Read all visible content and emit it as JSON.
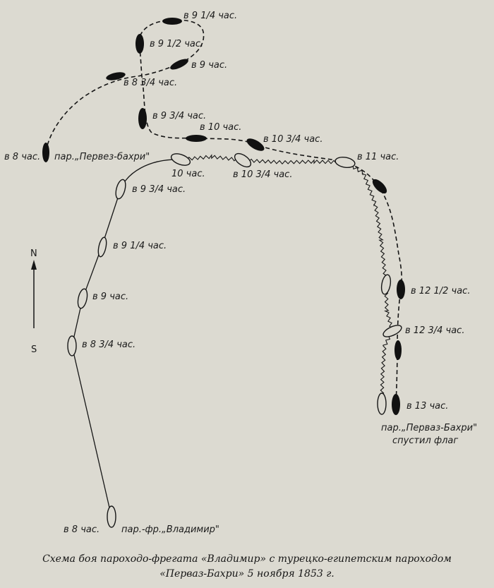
{
  "labels": {
    "pervaz_t8": "в 8 час.",
    "pervaz_name_start": "пар.„Первез-бахри\"",
    "pervaz_t8_45": "в 8 3/4 час.",
    "pervaz_t9": "в 9 час.",
    "pervaz_t9_15": "в 9 1/4 час.",
    "pervaz_t9_30": "в 9 1/2 час.",
    "pervaz_t9_45": "в 9 3/4 час.",
    "pervaz_t10": "в 10 час.",
    "pervaz_t10_45": "в 10 3/4 час.",
    "pervaz_t12_30": "в 12 1/2 час.",
    "pervaz_t13": "в 13 час.",
    "pervaz_end_line1": "пар.„Перваз-Бахри\"",
    "pervaz_end_line2": "спустил флаг",
    "vlad_t8": "в 8 час.",
    "vlad_name": "пар.-фр.„Владимир\"",
    "vlad_t8_45": "в 8 3/4 час.",
    "vlad_t9": "в 9 час.",
    "vlad_t9_15": "в 9 1/4 час.",
    "vlad_t9_45": "в 9 3/4 час.",
    "vlad_t10": "10 час.",
    "vlad_t10_45": "в 10 3/4 час.",
    "vlad_t11": "в 11 час.",
    "vlad_t12_45": "в 12 3/4 час."
  },
  "compass": {
    "north": "N",
    "south": "S"
  },
  "caption": {
    "line1": "Схема боя пароходо-фрегата «Владимир» с турецко-египетским пароходом",
    "line2": "«Перваз-Бахри» 5 ноября 1853 г."
  },
  "colors": {
    "paper": "#dcdad1",
    "ink": "#161616"
  }
}
